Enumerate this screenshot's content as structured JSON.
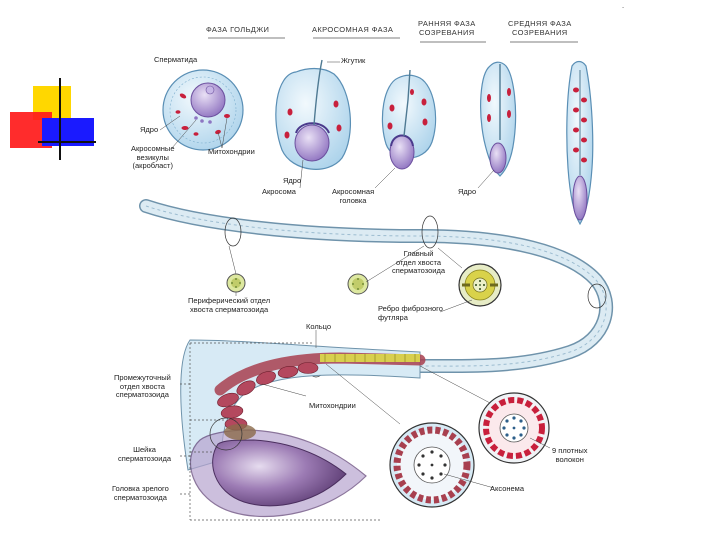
{
  "slide": {
    "corner_mark": "."
  },
  "phases": {
    "golgi": "ФАЗА ГОЛЬДЖИ",
    "acrosomal": "АКРОСОМНАЯ ФАЗА",
    "early": [
      "РАННЯЯ ФАЗА",
      "СОЗРЕВАНИЯ"
    ],
    "middle": [
      "СРЕДНЯЯ ФАЗА",
      "СОЗРЕВАНИЯ"
    ]
  },
  "labels": {
    "spermatid": "Сперматида",
    "nucleus_left": "Ядро",
    "acrosomal_vesicle": [
      "Акросомные",
      "везикулы",
      "(акробласт)"
    ],
    "mitochondria_top": "Митохондрии",
    "flagellum": "Жгутик",
    "nucleus_mid": "Ядро",
    "acrosome": "Акросома",
    "acrosomal_cap": [
      "Акросомная",
      "головка"
    ],
    "nucleus_right": "Ядро",
    "principal_piece": [
      "Главный",
      "отдел хвоста",
      "сперматозоида"
    ],
    "terminal_piece": [
      "Периферический отдел",
      "хвоста сперматозоида"
    ],
    "fibrous_sheath": [
      "Ребро фиброзного",
      "футляра"
    ],
    "ring": "Кольцо",
    "middle_piece": [
      "Промежуточный",
      "отдел хвоста",
      "сперматозоида"
    ],
    "mitochondria_bottom": "Митохондрии",
    "neck": [
      "Шейка",
      "сперматозоида"
    ],
    "head": [
      "Головка зрелого",
      "сперматозоида"
    ],
    "dense_fibers": [
      "9 плотных",
      "волокон"
    ],
    "axoneme": "Аксонема"
  },
  "colors": {
    "cell_fill": "#cfe6f4",
    "cell_stroke": "#5a8fb5",
    "nucleus": "#b7a2d8",
    "nucleus_stroke": "#6b4f9e",
    "mitochondria": "#c8203c",
    "tail_fill": "#dcebf3",
    "tail_stroke": "#6f93ab",
    "midpiece_mito": "#b4485e",
    "head_fill": "#7f5c96",
    "fiber_yellow": "#d8cf4e",
    "deco_yellow": "#ffd700",
    "deco_red": "#ff1a1a",
    "deco_blue": "#1a1aff"
  }
}
